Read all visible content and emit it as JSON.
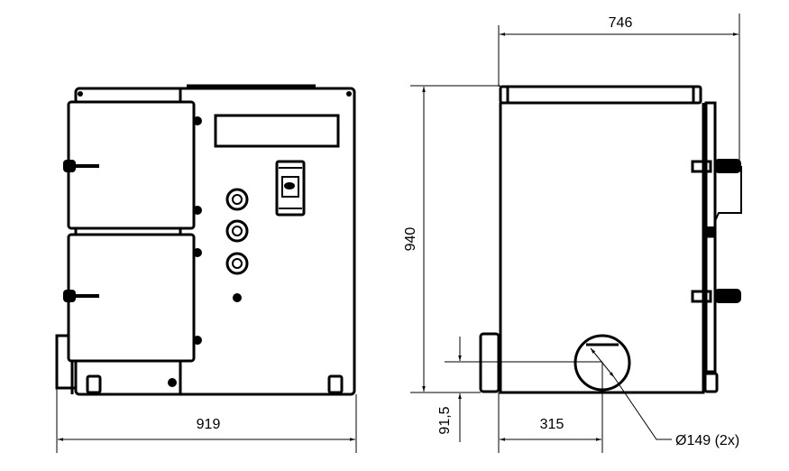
{
  "dimensions": {
    "front_width": "919",
    "side_depth": "746",
    "height": "940",
    "pipe_height": "91,5",
    "pipe_offset": "315",
    "pipe_diameter": "Ø149 (2x)"
  },
  "colors": {
    "line": "#000000",
    "background": "#ffffff"
  }
}
